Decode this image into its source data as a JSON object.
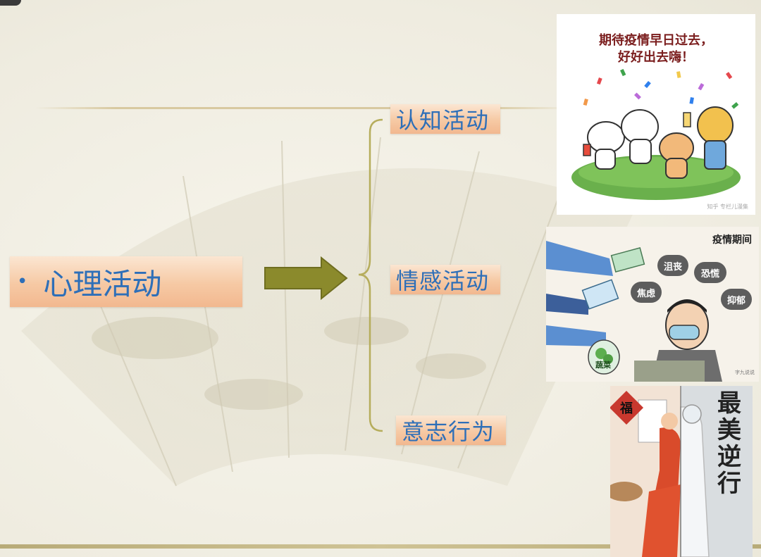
{
  "slide": {
    "main_label": "心理活动",
    "bullet": "•",
    "branches": [
      "认知活动",
      "情感活动",
      "意志行为"
    ]
  },
  "images": {
    "celebrate": {
      "title_line1": "期待疫情早日过去，",
      "title_line2": "好好出去嗨！",
      "credit": "知乎 专栏儿漫集"
    },
    "epidemic": {
      "title": "疫情期间",
      "bubbles": [
        "沮丧",
        "恐慌",
        "焦虑",
        "抑郁"
      ],
      "bag_label": "蔬菜",
      "credit": "字九说说"
    },
    "heroes": {
      "title": "最美逆行",
      "fu": "福"
    }
  },
  "colors": {
    "label_text": "#2e6fb8",
    "arrow_fill": "#8b8a2c",
    "brace": "#b6ad5c",
    "box_gradient_light": "#fbe6d2",
    "box_gradient_dark": "#f2b88f"
  }
}
